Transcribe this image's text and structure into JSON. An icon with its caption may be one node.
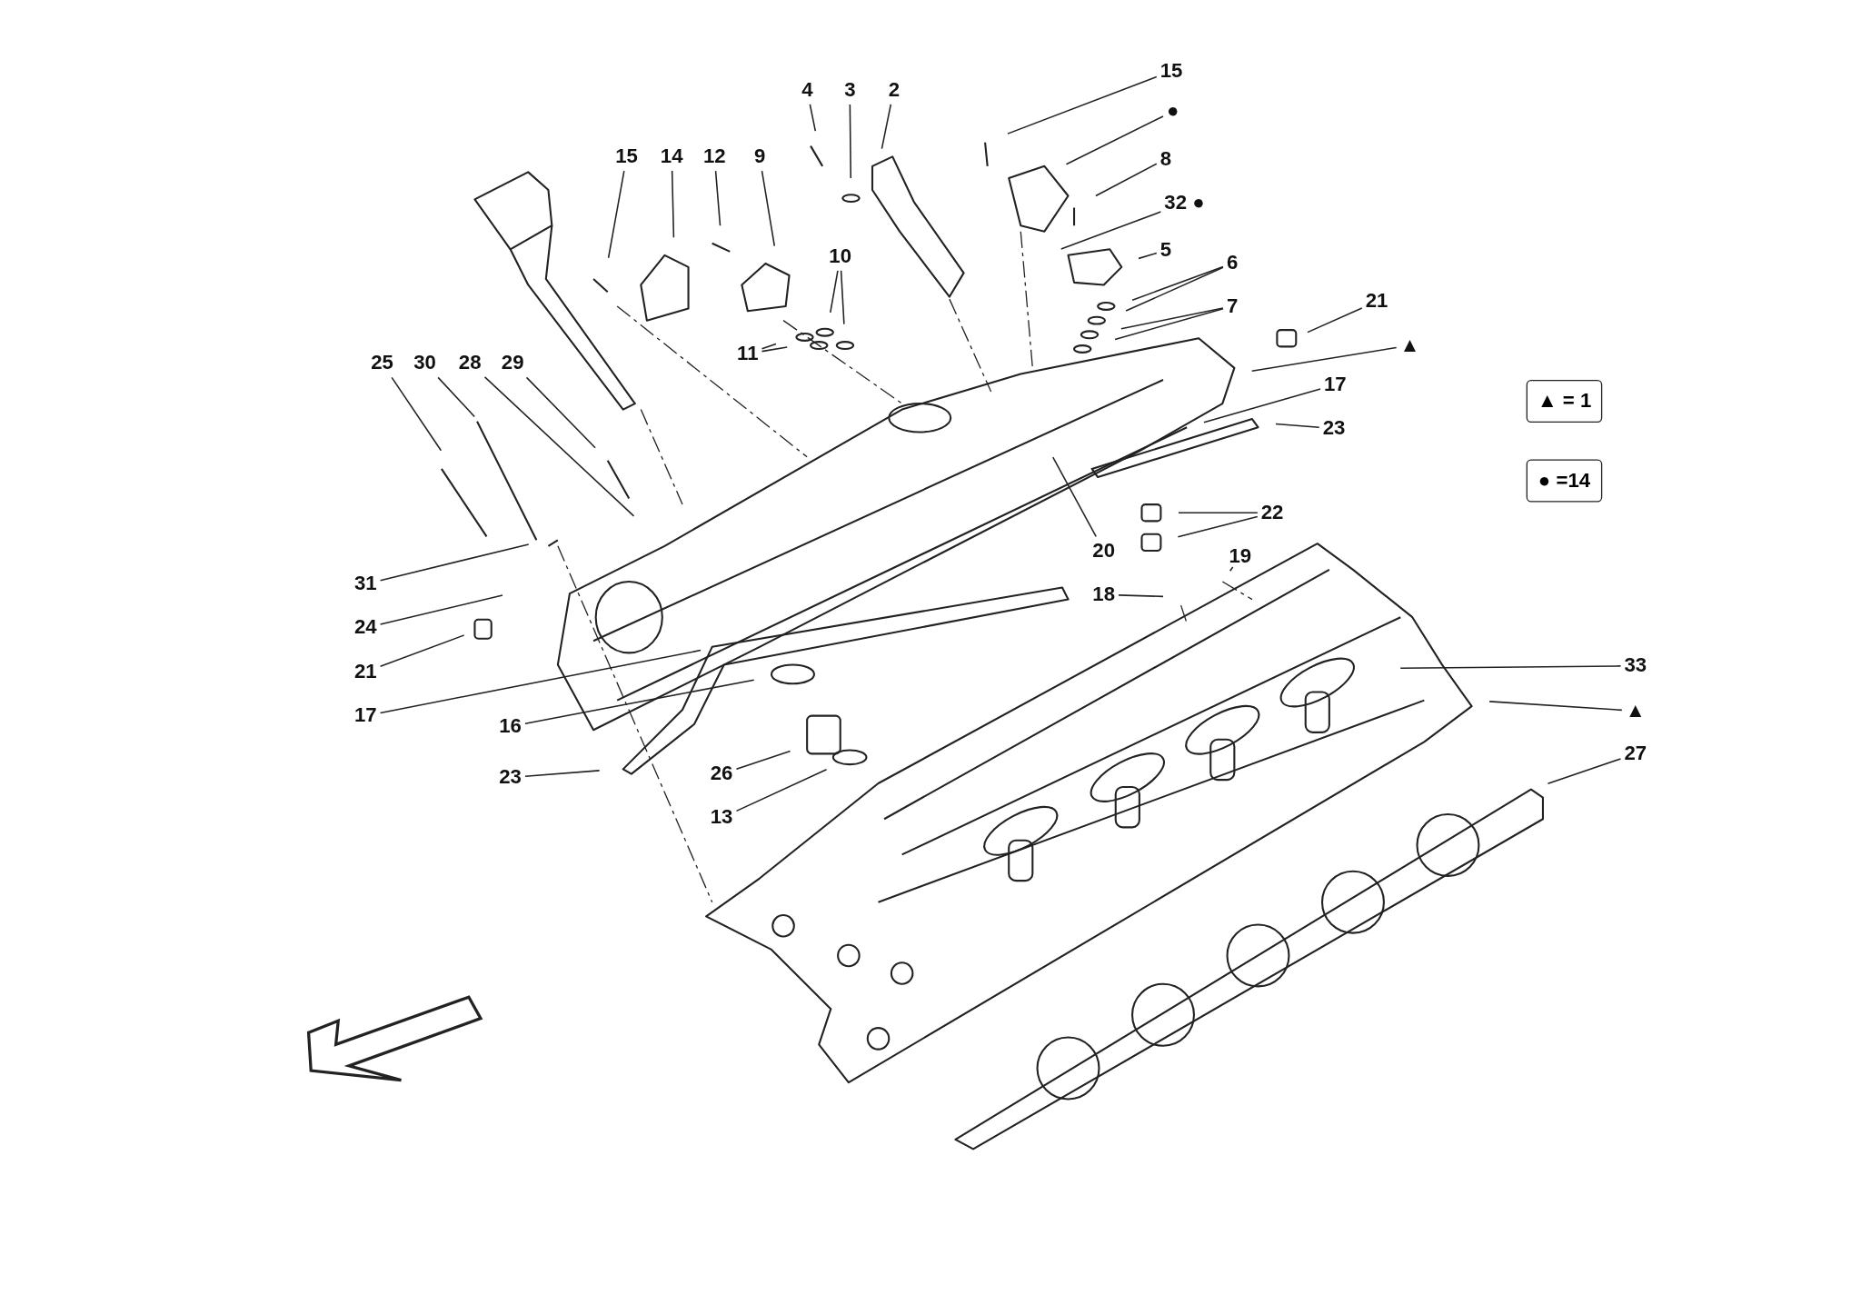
{
  "diagram": {
    "nodes": [
      {
        "text": [
          "15"
        ]
      },
      {
        "text": [
          "4"
        ]
      },
      {
        "text": [
          "3"
        ]
      },
      {
        "text": [
          "2"
        ]
      },
      {
        "text": [
          "●"
        ]
      },
      {
        "text": [
          "15"
        ]
      },
      {
        "text": [
          "14"
        ]
      },
      {
        "text": [
          "12"
        ]
      },
      {
        "text": [
          "9"
        ]
      },
      {
        "text": [
          "8"
        ]
      },
      {
        "text": [
          "32 ●"
        ]
      },
      {
        "text": [
          "5"
        ]
      },
      {
        "text": [
          "10"
        ]
      },
      {
        "text": [
          "6"
        ]
      },
      {
        "text": [
          "21"
        ]
      },
      {
        "text": [
          "7"
        ]
      },
      {
        "text": [
          "▲"
        ]
      },
      {
        "text": [
          "11"
        ]
      },
      {
        "text": [
          "25"
        ]
      },
      {
        "text": [
          "30"
        ]
      },
      {
        "text": [
          "28"
        ]
      },
      {
        "text": [
          "29"
        ]
      },
      {
        "text": [
          "17"
        ]
      },
      {
        "text": [
          "▲ = 1"
        ]
      },
      {
        "text": [
          "23"
        ]
      },
      {
        "text": [
          "● =14"
        ]
      },
      {
        "text": [
          "22"
        ]
      },
      {
        "text": [
          "20"
        ]
      },
      {
        "text": [
          "19"
        ]
      },
      {
        "text": [
          "31"
        ]
      },
      {
        "text": [
          "18"
        ]
      },
      {
        "text": [
          "24"
        ]
      },
      {
        "text": [
          "33"
        ]
      },
      {
        "text": [
          "21"
        ]
      },
      {
        "text": [
          "▲"
        ]
      },
      {
        "text": [
          "17"
        ]
      },
      {
        "text": [
          "16"
        ]
      },
      {
        "text": [
          "27"
        ]
      },
      {
        "text": [
          "26"
        ]
      },
      {
        "text": [
          "23"
        ]
      },
      {
        "text": [
          "13"
        ]
      }
    ],
    "edges": [
      {
        "from": 0,
        "to": null,
        "arrow": "none"
      },
      {
        "from": 1,
        "to": null,
        "arrow": "none"
      },
      {
        "from": 2,
        "to": null,
        "arrow": "none"
      },
      {
        "from": 3,
        "to": null,
        "arrow": "none"
      },
      {
        "from": 4,
        "to": null,
        "arrow": "none"
      },
      {
        "from": 5,
        "to": null,
        "arrow": "none"
      },
      {
        "from": 6,
        "to": null,
        "arrow": "none"
      },
      {
        "from": 7,
        "to": null,
        "arrow": "none"
      },
      {
        "from": 8,
        "to": null,
        "arrow": "none"
      },
      {
        "from": 9,
        "to": null,
        "arrow": "none"
      },
      {
        "from": 10,
        "to": null,
        "arrow": "none"
      },
      {
        "from": 11,
        "to": null,
        "arrow": "none"
      },
      {
        "from": 12,
        "to": null,
        "arrow": "none"
      },
      {
        "from": 12,
        "to": null,
        "arrow": "none"
      },
      {
        "from": 13,
        "to": null,
        "arrow": "none"
      },
      {
        "from": 13,
        "to": null,
        "arrow": "none"
      },
      {
        "from": 14,
        "to": null,
        "arrow": "none"
      },
      {
        "from": 15,
        "to": null,
        "arrow": "none"
      },
      {
        "from": 15,
        "to": null,
        "arrow": "none"
      },
      {
        "from": 16,
        "to": null,
        "arrow": "none"
      },
      {
        "from": 17,
        "to": null,
        "arrow": "none"
      },
      {
        "from": 17,
        "to": null,
        "arrow": "none"
      },
      {
        "from": 18,
        "to": null,
        "arrow": "none"
      },
      {
        "from": 19,
        "to": null,
        "arrow": "none"
      },
      {
        "from": 20,
        "to": null,
        "arrow": "none"
      },
      {
        "from": 21,
        "to": null,
        "arrow": "none"
      },
      {
        "from": 22,
        "to": null,
        "arrow": "none"
      },
      {
        "from": 24,
        "to": null,
        "arrow": "none"
      },
      {
        "from": 26,
        "to": null,
        "arrow": "none"
      },
      {
        "from": 26,
        "to": null,
        "arrow": "none"
      },
      {
        "from": 27,
        "to": null,
        "arrow": "none"
      },
      {
        "from": 28,
        "to": null,
        "arrow": "none"
      },
      {
        "from": 29,
        "to": null,
        "arrow": "none"
      },
      {
        "from": 30,
        "to": null,
        "arrow": "none"
      },
      {
        "from": 31,
        "to": null,
        "arrow": "none"
      },
      {
        "from": 32,
        "to": null,
        "arrow": "none"
      },
      {
        "from": 33,
        "to": null,
        "arrow": "none"
      },
      {
        "from": 34,
        "to": null,
        "arrow": "none"
      },
      {
        "from": 35,
        "to": null,
        "arrow": "none"
      },
      {
        "from": 36,
        "to": null,
        "arrow": "none"
      },
      {
        "from": 37,
        "to": null,
        "arrow": "none"
      },
      {
        "from": 38,
        "to": null,
        "arrow": "none"
      },
      {
        "from": 39,
        "to": null,
        "arrow": "none"
      },
      {
        "from": 40,
        "to": null,
        "arrow": "none"
      }
    ]
  }
}
